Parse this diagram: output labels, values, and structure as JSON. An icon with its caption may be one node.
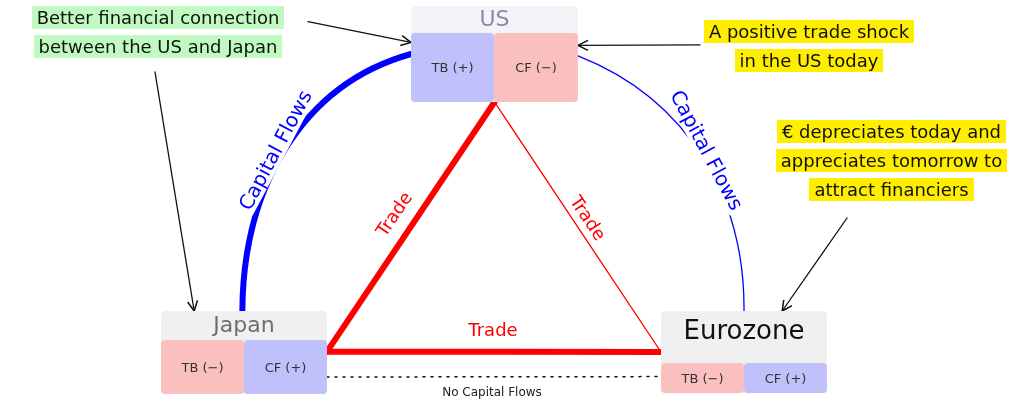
{
  "diagram": {
    "nodes": [
      {
        "text": [
          "US"
        ]
      },
      {
        "text": [
          "TB (+)"
        ],
        "in": 0
      },
      {
        "text": [
          "CF (−)"
        ],
        "in": 0
      },
      {
        "text": [
          "Japan"
        ]
      },
      {
        "text": [
          "TB (−)"
        ],
        "in": 3
      },
      {
        "text": [
          "CF (+)"
        ],
        "in": 3
      },
      {
        "text": [
          "Eurozone"
        ]
      },
      {
        "text": [
          "TB (−)"
        ],
        "in": 6
      },
      {
        "text": [
          "CF (+)"
        ],
        "in": 6
      },
      {
        "text": [
          "Better financial connection between the US and Japan"
        ]
      },
      {
        "text": [
          "A positive trade shock in the US today"
        ]
      },
      {
        "text": [
          "€ depreciates today and appreciates tomorrow to attract financiers"
        ]
      }
    ],
    "edges": [
      {
        "from": 0,
        "to": 3,
        "arrow": "none",
        "label": "Capital Flows",
        "style": "thick",
        "color": "#0000ff"
      },
      {
        "from": 0,
        "to": 6,
        "arrow": "none",
        "label": "Capital Flows",
        "color": "#0000ff"
      },
      {
        "from": 0,
        "to": 3,
        "arrow": "none",
        "label": "Trade",
        "style": "thick",
        "color": "#ff0000"
      },
      {
        "from": 0,
        "to": 6,
        "arrow": "none",
        "label": "Trade",
        "color": "#ff0000"
      },
      {
        "from": 3,
        "to": 6,
        "arrow": "none",
        "label": "Trade",
        "style": "thick",
        "color": "#ff0000"
      },
      {
        "from": 3,
        "to": 6,
        "arrow": "none",
        "label": "No Capital Flows",
        "style": "dashed"
      },
      {
        "from": 9,
        "to": 0,
        "arrow": "to"
      },
      {
        "from": 9,
        "to": 3,
        "arrow": "to"
      },
      {
        "from": 10,
        "to": 0,
        "arrow": "to"
      },
      {
        "from": 11,
        "to": 6,
        "arrow": "to"
      }
    ]
  }
}
